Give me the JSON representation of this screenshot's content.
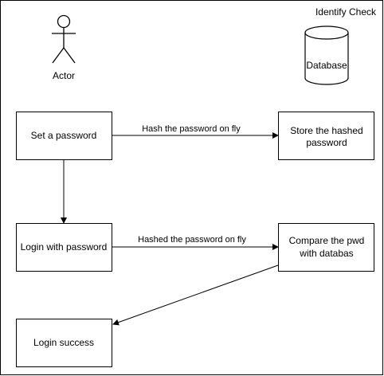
{
  "diagram": {
    "frame_title": "Identify Check",
    "actor": {
      "label": "Actor"
    },
    "database": {
      "label": "Database"
    },
    "nodes": {
      "set_password": "Set a password",
      "store_hashed": [
        "Store the hashed",
        "password"
      ],
      "login_password": "Login with password",
      "compare_pwd": [
        "Compare the pwd",
        "with databas"
      ],
      "login_success": "Login success"
    },
    "edges": {
      "hash_on_fly": "Hash the password on fly",
      "hashed_on_fly": "Hashed the password on fly"
    }
  },
  "colors": {
    "stroke": "#000000",
    "fill": "#ffffff",
    "text": "#000000"
  }
}
